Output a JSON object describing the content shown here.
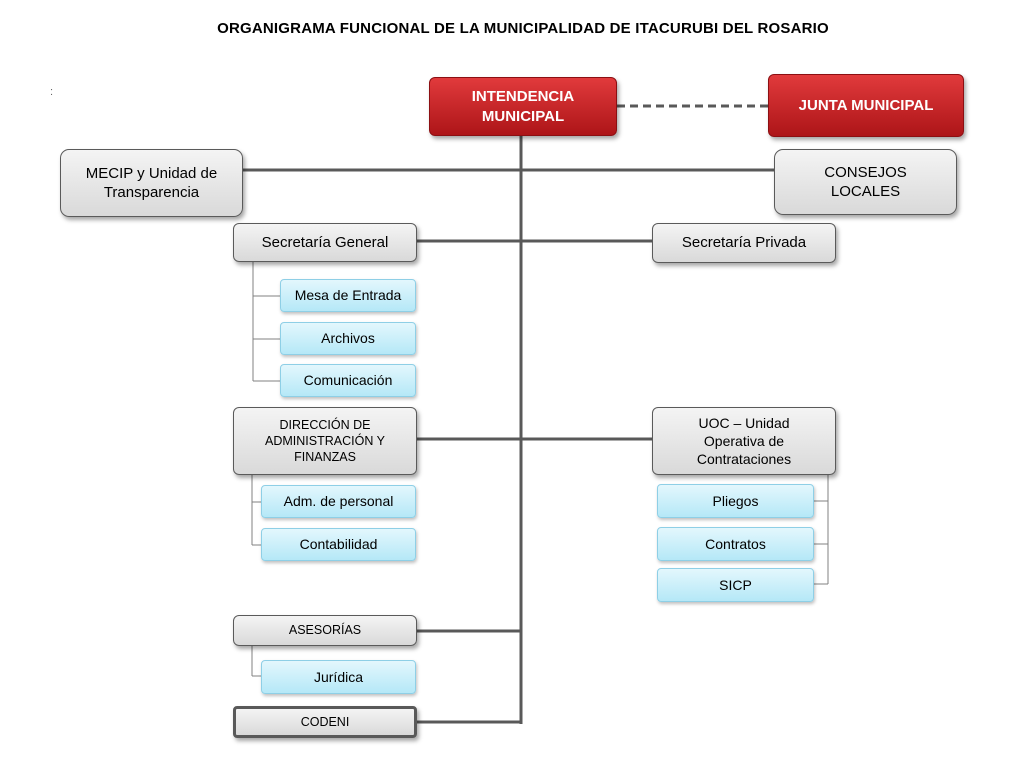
{
  "title": "ORGANIGRAMA FUNCIONAL DE LA MUNICIPALIDAD DE ITACURUBI DEL ROSARIO",
  "stray_mark": ":",
  "nodes": {
    "intendencia": "INTENDENCIA MUNICIPAL",
    "junta": "JUNTA MUNICIPAL",
    "mecip": "MECIP y Unidad de Transparencia",
    "consejos": "CONSEJOS LOCALES",
    "secretaria_general": "Secretaría General",
    "secretaria_privada": "Secretaría Privada",
    "mesa_entrada": "Mesa de Entrada",
    "archivos": "Archivos",
    "comunicacion": "Comunicación",
    "direccion_admin": "DIRECCIÓN DE ADMINISTRACIÓN Y FINANZAS",
    "uoc": "UOC – Unidad Operativa de Contrataciones",
    "adm_personal": "Adm. de personal",
    "contabilidad": "Contabilidad",
    "pliegos": "Pliegos",
    "contratos": "Contratos",
    "sicp": "SICP",
    "asesorias": "ASESORÍAS",
    "juridica": "Jurídica",
    "codeni": "CODENI"
  },
  "colors": {
    "executive": "#c62326",
    "unit": "#d9d9d9",
    "subunit": "#c6eefa",
    "connector": "#595959"
  }
}
